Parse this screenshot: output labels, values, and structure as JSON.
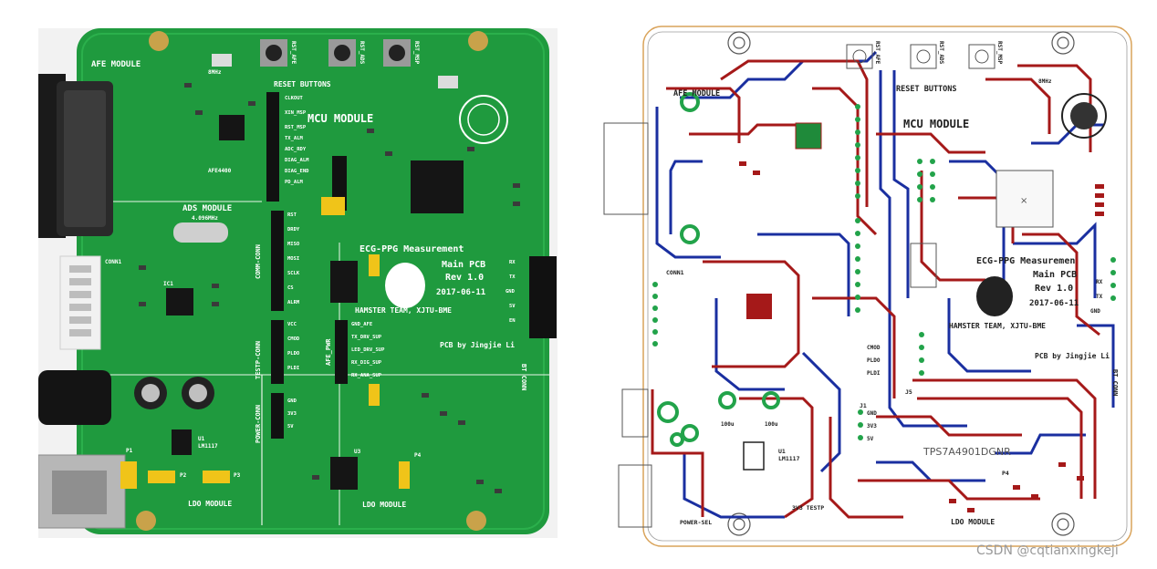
{
  "photo_board": {
    "labels": {
      "afe_module": "AFE MODULE",
      "reset_buttons": "RESET BUTTONS",
      "rst_afe": "RST_AFE",
      "rst_ads": "RST_ADS",
      "rst_msp": "RST_MSP",
      "mcu_module": "MCU MODULE",
      "ads_module": "ADS MODULE",
      "freq": "4.096MHz",
      "crystal": "8MHz",
      "title_line1": "ECG-PPG Measurement",
      "title_line2": "Main PCB",
      "title_line3": "Rev 1.0",
      "date": "2017-06-11",
      "team": "HAMSTER TEAM, XJTU-BME",
      "pcb_by": "PCB by Jingjie Li",
      "conn1": "CONN1",
      "comm_conn": "COMM-CONN",
      "testp_conn": "TESTP-CONN",
      "power_conn": "POWER-CONN",
      "afe_pwr": "AFE_PWR",
      "bt_conn": "BT CONN",
      "ldo_module_left": "LDO MODULE",
      "ldo_module_right": "LDO MODULE",
      "lm1117": "LM1117",
      "u1": "U1",
      "u3": "U3",
      "ic1": "IC1",
      "afe4400": "AFE4400",
      "p1": "P1",
      "p2": "P2",
      "p3": "P3",
      "p4": "P4",
      "pins_left": [
        "CLKOUT",
        "XIN_MSP",
        "RST_MSP",
        "TX_ALM",
        "ADC_RDY",
        "DIAG_ALM",
        "DIAG_END",
        "PD_ALM"
      ],
      "pins_comm": [
        "RST",
        "DRDY",
        "MISO",
        "MOSI",
        "SCLK",
        "CS",
        "ALRM"
      ],
      "pins_testp": [
        "VCC",
        "CMOD",
        "PLDO",
        "PLDI"
      ],
      "pins_power": [
        "GND",
        "3V3",
        "5V"
      ],
      "pins_afe": [
        "GND_AFE",
        "TX_DRV_SUP",
        "LED_DRV_SUP",
        "RX_DIG_SUP",
        "RX_ANA_SUP"
      ],
      "bt_pins": [
        "RX",
        "TX",
        "GND",
        "5V",
        "EN"
      ]
    }
  },
  "layout_board": {
    "labels": {
      "afe_module": "AFE MODULE",
      "reset_buttons": "RESET BUTTONS",
      "rst_afe": "RST_AFE",
      "rst_ads": "RST_ADS",
      "rst_msp": "RST_MSP",
      "mcu_module": "MCU MODULE",
      "crystal": "8MHz",
      "title_line1": "ECG-PPG Measuremen",
      "title_line2": "Main PCB",
      "title_line3": "Rev 1.0",
      "date": "2017-06-11",
      "team": "HAMSTER TEAM, XJTU-BME",
      "pcb_by": "PCB by Jingjie Li",
      "conn1": "CONN1",
      "bt_conn": "BT CONN",
      "ldo_module": "LDO MODULE",
      "power_sel": "POWER-SEL",
      "lm1117": "LM1117",
      "u1": "U1",
      "j1": "J1",
      "j5": "J5",
      "p4": "P4",
      "v3_testp": "3V3 TESTP",
      "cap1": "100u",
      "cap2": "100u",
      "part_no": "TPS7A4901DGNR",
      "pins_power": [
        "GND",
        "3V3",
        "5V"
      ],
      "pins_testp": [
        "CMOD",
        "PLDO",
        "PLDI"
      ],
      "bt_pins": [
        "RX",
        "TX",
        "GND"
      ]
    }
  },
  "watermark": "CSDN @cqtianxingkeji",
  "colors": {
    "pcb_green": "#1f9a3e",
    "pcb_dark": "#157a2e",
    "silkscreen": "#ffffff",
    "trace_red": "#a51919",
    "trace_blue": "#1a2fa0",
    "pad_green": "#22a34a",
    "outline": "#d9a35a"
  }
}
